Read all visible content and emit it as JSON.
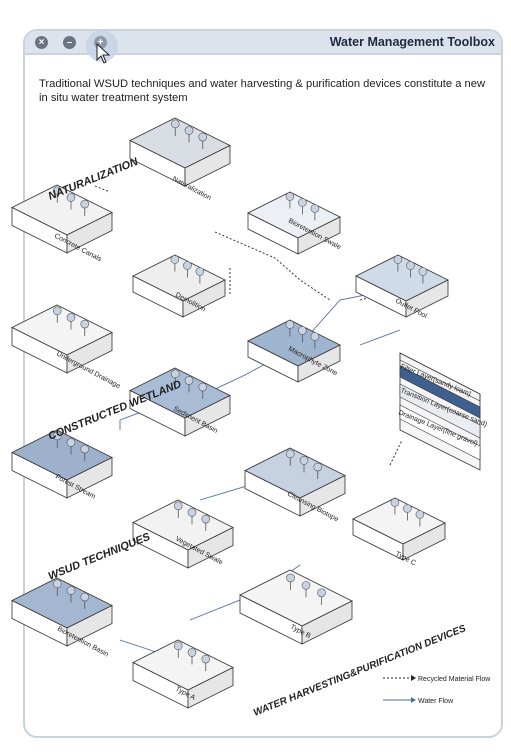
{
  "window": {
    "title": "Water Management Toolbox",
    "controls": {
      "close": "×",
      "minimize": "–",
      "maximize": "+"
    }
  },
  "subtitle": "Traditional WSUD techniques and water harvesting & purification devices constitute a new in situ water treatment system",
  "sections": {
    "naturalization": "NATURALIZATION",
    "wetland": "CONSTRUCTED WETLAND",
    "wsud": "WSUD TECHNIQUES",
    "devices": "WATER HARVESTING&PURIFICATION DEVICES"
  },
  "blocks": {
    "naturalization": "Naturalization",
    "concrete_canals": "Concrete Canals",
    "bioretention_swale": "Bioretention Swale",
    "demolition": "Demolition",
    "outlet_pool": "Outlet Pool",
    "underground_drainage": "Underground Drainage",
    "macrophyte_zone": "Macrophyte Zone",
    "sediment_basin": "Sediment Basin",
    "forest_stream": "Forest Stream",
    "cleansing_biotope": "Cleansing Biotope",
    "vegetated_swale": "Vegetated Swale",
    "bioretention_basin": "Bioretention Basin",
    "type_a": "Type A",
    "type_b": "Type B",
    "type_c": "Type C"
  },
  "layers": {
    "filter": "Filter Layer(sandy loam)",
    "transition": "Transition Layer(coarse sand)",
    "drainage": "Drainage Layer(fine gravel)"
  },
  "legend": {
    "recycled": "Recycled Material Flow",
    "water": "Water Flow"
  },
  "colors": {
    "water": "#4a6fa5",
    "titlebar": "#dde3ec",
    "outline": "#333333"
  }
}
